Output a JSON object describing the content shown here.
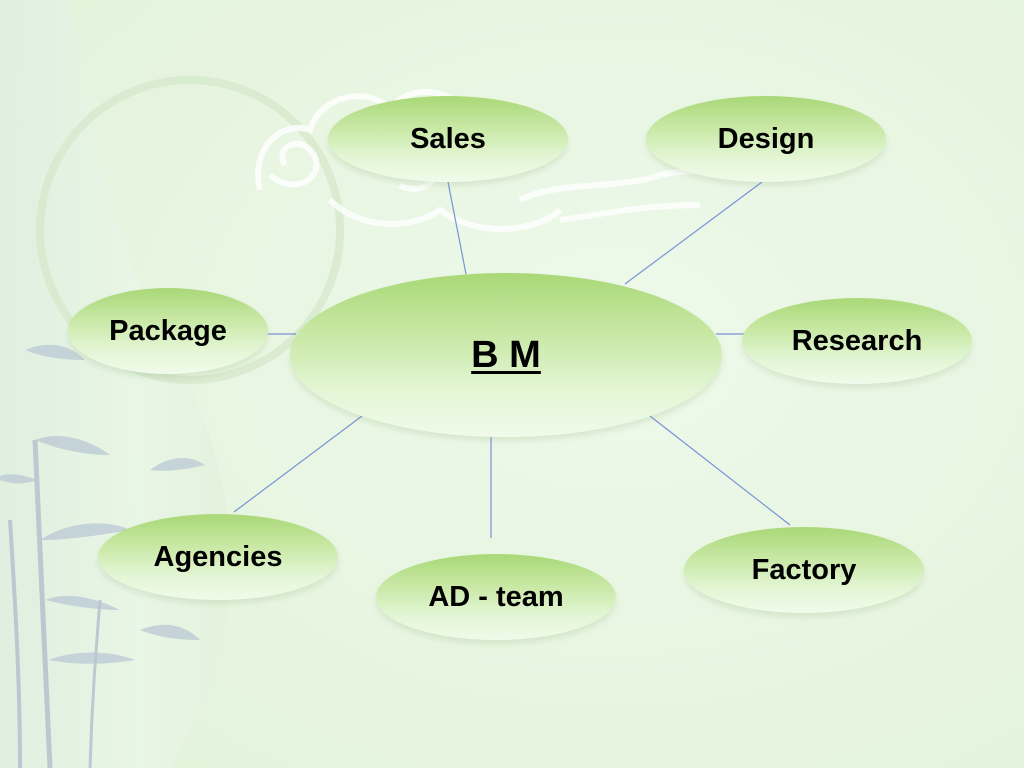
{
  "diagram": {
    "center": "B M",
    "nodes": {
      "sales": "Sales",
      "design": "Design",
      "package": "Package",
      "research": "Research",
      "agencies": "Agencies",
      "ad_team": "AD - team",
      "factory": "Factory"
    }
  },
  "colors": {
    "connector": "#7a92d8",
    "node_top": "#a9d877",
    "node_bottom": "#f0fbeb",
    "background": "#e8f6e2"
  }
}
